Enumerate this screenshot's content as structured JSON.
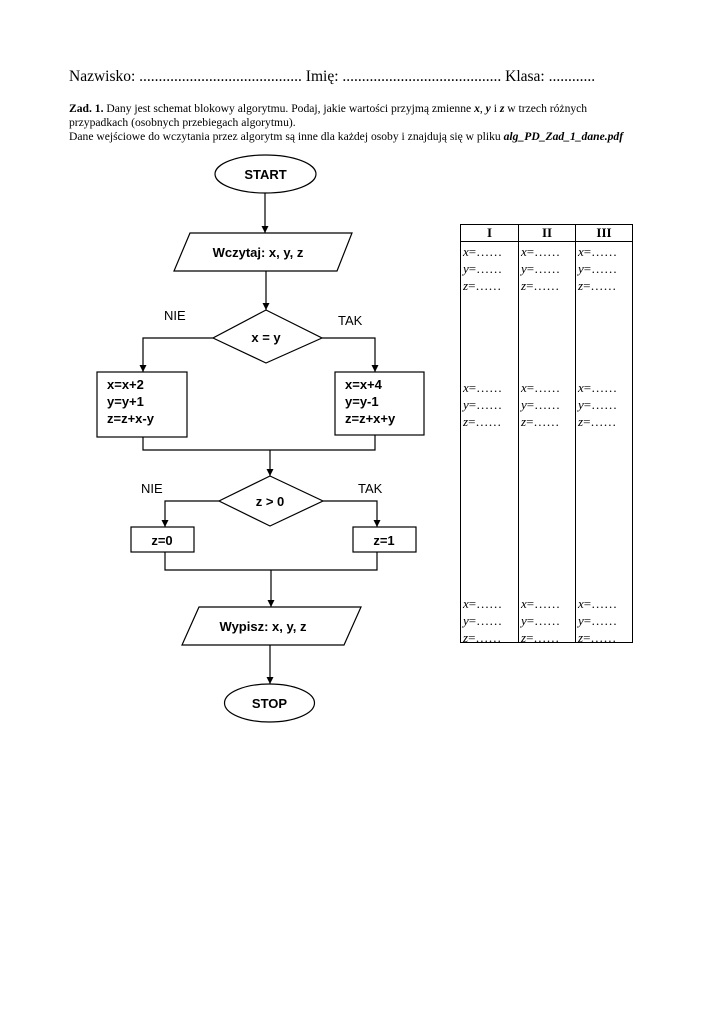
{
  "header": {
    "surname_label": "Nazwisko:",
    "surname_blank": "..........................................",
    "name_label": "Imię:",
    "name_blank": ".........................................",
    "class_label": "Klasa:",
    "class_blank": "............"
  },
  "task": {
    "title": "Zad. 1.",
    "line1_a": " Dany jest schemat blokowy algorytmu. Podaj, jakie wartości przyjmą zmienne ",
    "var_x": "x",
    "sep1": ", ",
    "var_y": "y",
    "sep2": " i ",
    "var_z": "z",
    "line1_b": " w trzech różnych",
    "line2": "przypadkach (osobnych przebiegach algorytmu).",
    "line3_a": "Dane wejściowe do wczytania przez algorytm są inne dla każdej osoby i znajdują się w pliku ",
    "file_name": "alg_PD_Zad_1_dane.pdf"
  },
  "flowchart": {
    "start": "START",
    "input": "Wczytaj: x, y, z",
    "cond1": "x = y",
    "cond1_no": "NIE",
    "cond1_yes": "TAK",
    "no_branch": [
      "x=x+2",
      "y=y+1",
      "z=z+x-y"
    ],
    "yes_branch": [
      "x=x+4",
      "y=y-1",
      "z=z+x+y"
    ],
    "cond2": "z > 0",
    "cond2_no": "NIE",
    "cond2_yes": "TAK",
    "cond2_no_action": "z=0",
    "cond2_yes_action": "z=1",
    "output": "Wypisz: x, y, z",
    "stop": "STOP"
  },
  "results_table": {
    "columns": [
      "I",
      "II",
      "III"
    ],
    "row_var_x": "x",
    "row_var_y": "y",
    "row_var_z": "z",
    "blank": "=……"
  }
}
